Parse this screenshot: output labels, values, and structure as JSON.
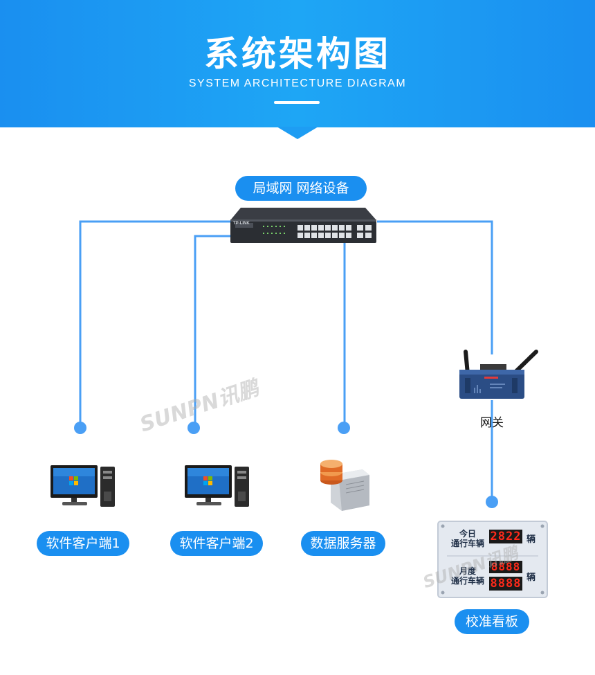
{
  "header": {
    "title": "系统架构图",
    "subtitle": "SYSTEM ARCHITECTURE DIAGRAM"
  },
  "nodes": {
    "lan": {
      "label": "局域网 网络设备",
      "device_brand": "TP-LINK"
    },
    "gateway": {
      "label": "网关"
    },
    "client1": {
      "label": "软件客户端1"
    },
    "client2": {
      "label": "软件客户端2"
    },
    "server": {
      "label": "数据服务器"
    },
    "board": {
      "label": "校准看板",
      "today_label_1": "今日",
      "today_label_2": "通行车辆",
      "today_value": "2822",
      "month_label_1": "月度",
      "month_label_2": "通行车辆",
      "month_value_1": "8888",
      "month_value_2": "8888",
      "unit": "辆"
    }
  },
  "watermark": "SUNPN讯鹏",
  "colors": {
    "accent": "#1a8ff0",
    "line": "#4a9ff5",
    "header": "#1e9df3"
  }
}
